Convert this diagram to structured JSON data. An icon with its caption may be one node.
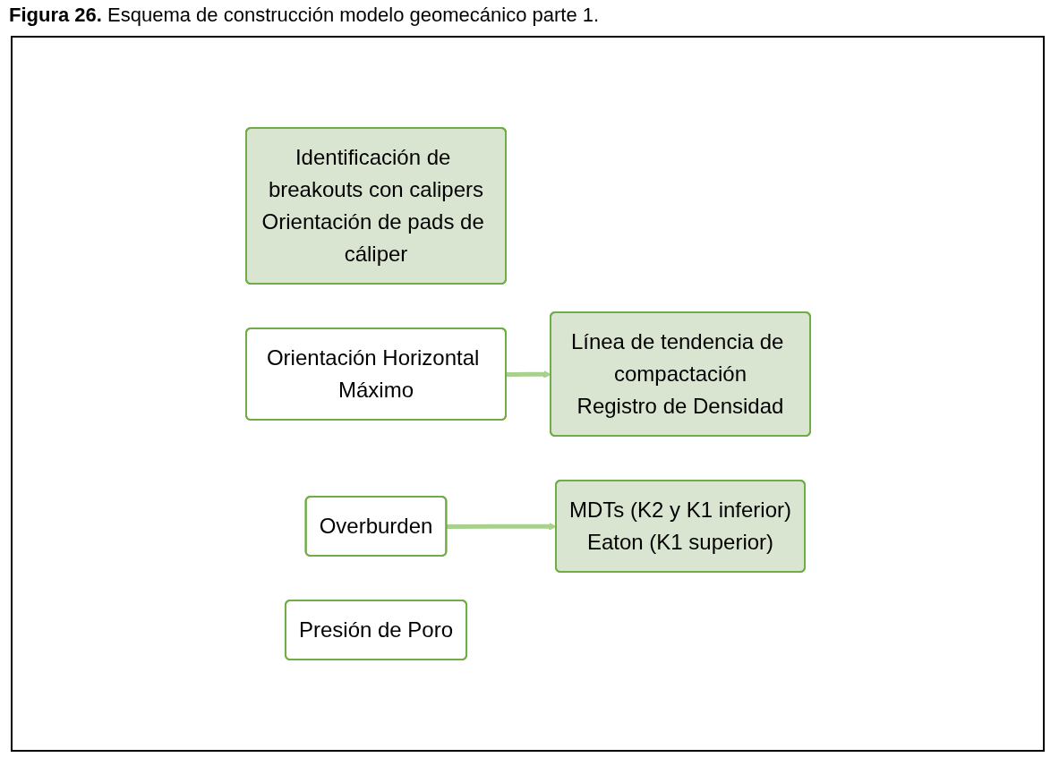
{
  "diagram": {
    "title": "**Figura 26.** Esquema de construcción modelo geomecánico parte 1.",
    "nodes": [
      {
        "text": [
          "Identificación de breakouts con calipers",
          "Orientación de pads de cáliper"
        ]
      },
      {
        "text": [
          "Orientación Horizontal Máximo"
        ]
      },
      {
        "text": [
          "Línea de tendencia de compactación",
          "Registro de Densidad"
        ]
      },
      {
        "text": [
          "Overburden"
        ]
      },
      {
        "text": [
          "MDTs (K2 y K1 inferior)",
          "Eaton (K1 superior)"
        ]
      },
      {
        "text": [
          "Presión de Poro"
        ]
      }
    ],
    "edges": [
      {
        "from": 1,
        "to": 2,
        "arrow": "to"
      },
      {
        "from": 3,
        "to": 4,
        "arrow": "to"
      }
    ]
  }
}
